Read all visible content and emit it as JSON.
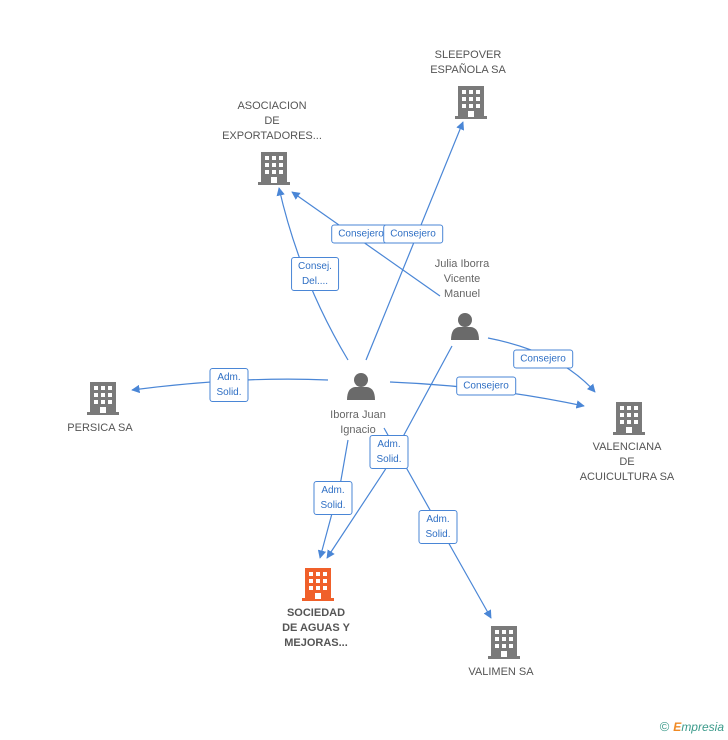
{
  "colors": {
    "edge": "#4a86d6",
    "building": "#7a7a7a",
    "building_highlight": "#f0602a",
    "person": "#6a6a6a"
  },
  "nodes": {
    "sleepover": {
      "lines": [
        "SLEEPOVER",
        "ESPAÑOLA SA"
      ],
      "icon": "building-icon"
    },
    "asociacion": {
      "lines": [
        "ASOCIACION",
        "DE",
        "EXPORTADORES..."
      ],
      "icon": "building-icon"
    },
    "julia": {
      "lines": [
        "Julia Iborra",
        "Vicente",
        "Manuel"
      ],
      "icon": "person-icon"
    },
    "iborra": {
      "lines": [
        "Iborra Juan",
        "Ignacio"
      ],
      "icon": "person-icon"
    },
    "persica": {
      "lines": [
        "PERSICA SA"
      ],
      "icon": "building-icon"
    },
    "valenciana": {
      "lines": [
        "VALENCIANA",
        "DE",
        "ACUICULTURA SA"
      ],
      "icon": "building-icon"
    },
    "sociedad": {
      "lines": [
        "SOCIEDAD",
        "DE AGUAS Y",
        "MEJORAS..."
      ],
      "icon": "building-icon"
    },
    "valimen": {
      "lines": [
        "VALIMEN SA"
      ],
      "icon": "building-icon"
    }
  },
  "edge_labels": {
    "julia_asociacion": [
      "Consejero"
    ],
    "iborra_sleepover": [
      "Consejero"
    ],
    "iborra_asociacion": [
      "Consej.",
      "Del...."
    ],
    "iborra_persica": [
      "Adm.",
      "Solid."
    ],
    "julia_valenciana": [
      "Consejero"
    ],
    "iborra_valenciana": [
      "Consejero"
    ],
    "julia_sociedad": [
      "Adm.",
      "Solid."
    ],
    "iborra_sociedad": [
      "Adm.",
      "Solid."
    ],
    "iborra_valimen": [
      "Adm.",
      "Solid."
    ]
  },
  "footer": {
    "copyright": "©",
    "brand_initial": "E",
    "brand_rest": "mpresia"
  }
}
